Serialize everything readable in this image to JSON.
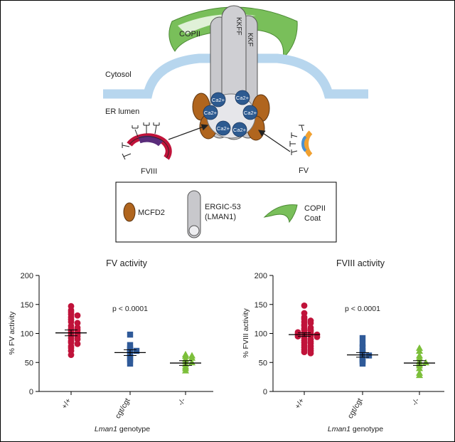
{
  "schematic": {
    "cytosol_label": "Cytosol",
    "er_lumen_label": "ER lumen",
    "copii_label": "COPII",
    "kkff_label": "KKFF",
    "kkff_partial_label": "KKF",
    "calcium_label": "Ca2+",
    "fviii_label": "FVIII",
    "fv_label": "FV"
  },
  "legend": {
    "mcfd2_label": "MCFD2",
    "ergic_label_line1": "ERGIC-53",
    "ergic_label_line2": "(LMAN1)",
    "copii_label_line1": "COPII",
    "copii_label_line2": "Coat"
  },
  "colors": {
    "er_membrane": "#b7d6ee",
    "copii_coat": "#79bf5a",
    "ergic": "#c8c8cc",
    "mcfd2": "#b0651e",
    "calcium": "#2d5a90",
    "fviii_red": "#c0133a",
    "fviii_purple": "#5a2c7a",
    "fv_orange": "#f0a030",
    "fv_blue": "#4a90d0",
    "wt_series": "#c0133a",
    "cgt_series": "#2f5a99",
    "ko_series": "#7cbf3a"
  },
  "chart_data": [
    {
      "type": "scatter",
      "title": "FV activity",
      "ylabel": "% FV activity",
      "xlabel_italic": "Lman1",
      "xlabel_rest": " genotype",
      "categories": [
        "+/+",
        "cgt/cgt",
        "-/-"
      ],
      "ylim": [
        0,
        200
      ],
      "yticks": [
        0,
        50,
        100,
        150,
        200
      ],
      "annotation": "p < 0.0001",
      "series": [
        {
          "category": "+/+",
          "marker": "circle",
          "mean": 101,
          "sem": 5,
          "values": [
            147,
            140,
            137,
            133,
            131,
            128,
            124,
            120,
            118,
            113,
            110,
            108,
            106,
            104,
            102,
            101,
            99,
            97,
            95,
            92,
            90,
            87,
            84,
            82,
            78,
            75,
            70,
            63
          ]
        },
        {
          "category": "cgt/cgt",
          "marker": "square",
          "mean": 67,
          "sem": 5,
          "values": [
            98,
            80,
            74,
            71,
            70,
            68,
            64,
            58,
            55,
            48
          ]
        },
        {
          "category": "-/-",
          "marker": "triangle",
          "mean": 49,
          "sem": 4,
          "values": [
            64,
            62,
            61,
            58,
            56,
            52,
            50,
            47,
            43,
            40,
            36
          ]
        }
      ]
    },
    {
      "type": "scatter",
      "title": "FVIII activity",
      "ylabel": "% FVIII activity",
      "xlabel_italic": "Lman1",
      "xlabel_rest": " genotype",
      "categories": [
        "+/+",
        "cgt/cgt",
        "-/-"
      ],
      "ylim": [
        0,
        200
      ],
      "yticks": [
        0,
        50,
        100,
        150,
        200
      ],
      "annotation": "p < 0.0001",
      "series": [
        {
          "category": "+/+",
          "marker": "circle",
          "mean": 98,
          "sem": 3,
          "values": [
            148,
            135,
            128,
            125,
            122,
            120,
            118,
            115,
            113,
            110,
            108,
            106,
            105,
            104,
            102,
            101,
            100,
            99,
            98,
            97,
            96,
            95,
            94,
            92,
            90,
            88,
            86,
            84,
            83,
            80,
            78,
            76,
            74,
            72,
            70,
            68,
            66
          ]
        },
        {
          "category": "cgt/cgt",
          "marker": "square",
          "mean": 63,
          "sem": 4,
          "values": [
            92,
            82,
            76,
            70,
            66,
            64,
            62,
            58,
            55,
            52,
            48
          ]
        },
        {
          "category": "-/-",
          "marker": "triangle",
          "mean": 49,
          "sem": 4,
          "values": [
            75,
            70,
            62,
            58,
            52,
            50,
            48,
            45,
            40,
            32,
            28
          ]
        }
      ]
    }
  ]
}
